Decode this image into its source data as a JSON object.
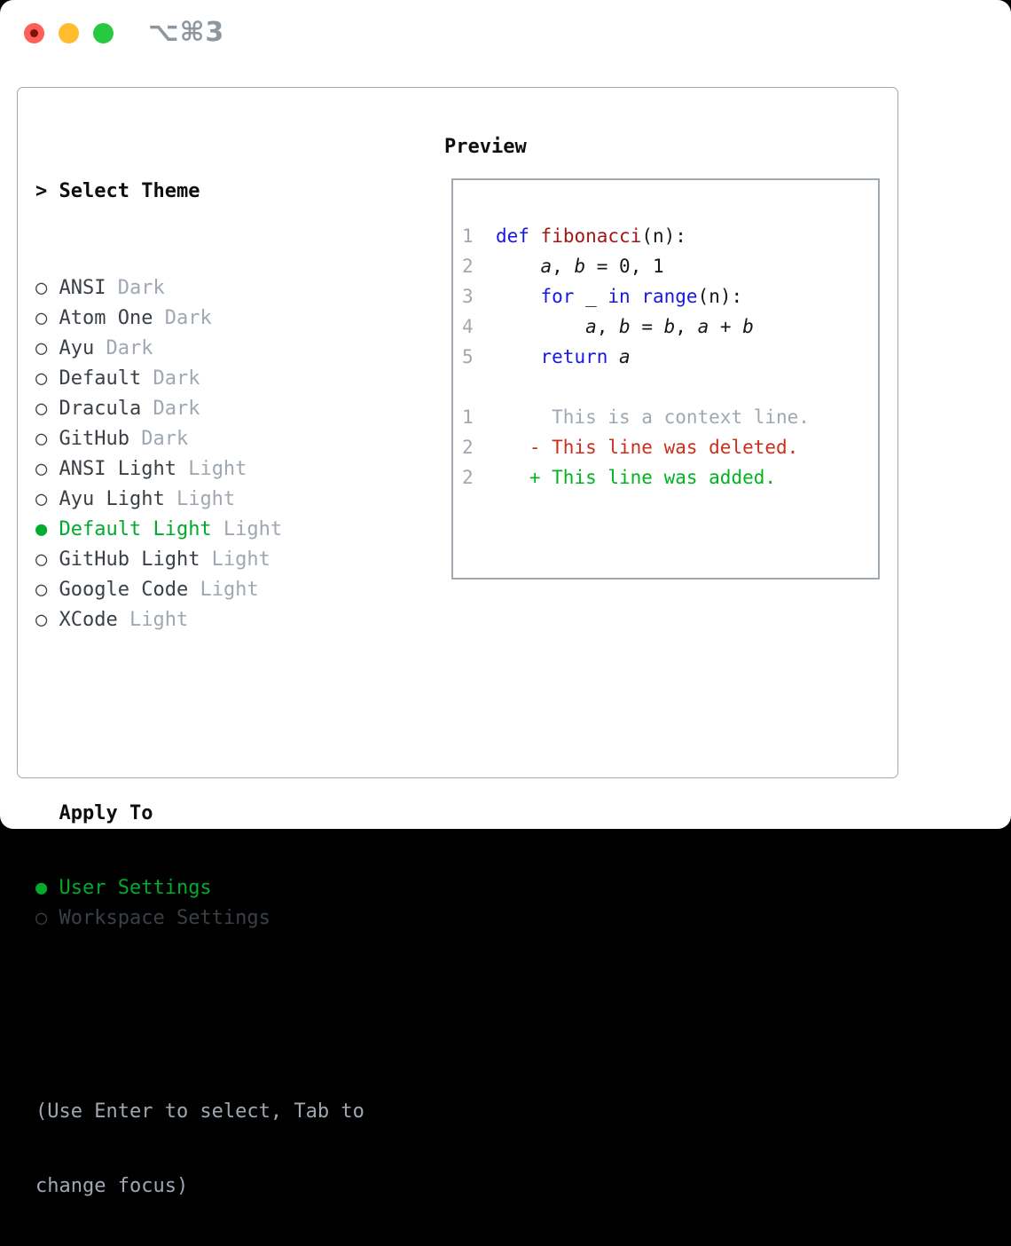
{
  "window": {
    "title": "⌥⌘3"
  },
  "titlebar": {
    "buttons": [
      {
        "name": "close",
        "color": "#ff5f57"
      },
      {
        "name": "minimize",
        "color": "#febc2e"
      },
      {
        "name": "maximize",
        "color": "#28c840"
      }
    ]
  },
  "theme_picker": {
    "header": {
      "prefix": ">",
      "label": "Select Theme"
    },
    "radio_unselected": "○",
    "radio_selected": "●",
    "items": [
      {
        "name": "ANSI",
        "variant": "Dark",
        "selected": false
      },
      {
        "name": "Atom One",
        "variant": "Dark",
        "selected": false
      },
      {
        "name": "Ayu",
        "variant": "Dark",
        "selected": false
      },
      {
        "name": "Default",
        "variant": "Dark",
        "selected": false
      },
      {
        "name": "Dracula",
        "variant": "Dark",
        "selected": false
      },
      {
        "name": "GitHub",
        "variant": "Dark",
        "selected": false
      },
      {
        "name": "ANSI Light",
        "variant": "Light",
        "selected": false
      },
      {
        "name": "Ayu Light",
        "variant": "Light",
        "selected": false
      },
      {
        "name": "Default Light",
        "variant": "Light",
        "selected": true
      },
      {
        "name": "GitHub Light",
        "variant": "Light",
        "selected": false
      },
      {
        "name": "Google Code",
        "variant": "Light",
        "selected": false
      },
      {
        "name": "XCode",
        "variant": "Light",
        "selected": false
      }
    ]
  },
  "apply_to": {
    "label": "Apply To",
    "options": [
      {
        "label": "User Settings",
        "selected": true
      },
      {
        "label": "Workspace Settings",
        "selected": false
      }
    ]
  },
  "hint_lines": [
    "(Use Enter to select, Tab to",
    "change focus)"
  ],
  "preview": {
    "label": "Preview",
    "code_lines": [
      {
        "num": "1",
        "segments": [
          {
            "t": "  ",
            "c": "p"
          },
          {
            "t": "def",
            "c": "k"
          },
          {
            "t": " ",
            "c": "p"
          },
          {
            "t": "fibonacci",
            "c": "f"
          },
          {
            "t": "(n):",
            "c": "p"
          }
        ]
      },
      {
        "num": "2",
        "segments": [
          {
            "t": "      ",
            "c": "p"
          },
          {
            "t": "a",
            "c": "v"
          },
          {
            "t": ", ",
            "c": "p"
          },
          {
            "t": "b",
            "c": "v"
          },
          {
            "t": " = 0, 1",
            "c": "p"
          }
        ]
      },
      {
        "num": "3",
        "segments": [
          {
            "t": "      ",
            "c": "p"
          },
          {
            "t": "for",
            "c": "k"
          },
          {
            "t": " _ ",
            "c": "p"
          },
          {
            "t": "in",
            "c": "k"
          },
          {
            "t": " ",
            "c": "p"
          },
          {
            "t": "range",
            "c": "k"
          },
          {
            "t": "(n):",
            "c": "p"
          }
        ]
      },
      {
        "num": "4",
        "segments": [
          {
            "t": "          ",
            "c": "p"
          },
          {
            "t": "a",
            "c": "v"
          },
          {
            "t": ", ",
            "c": "p"
          },
          {
            "t": "b",
            "c": "v"
          },
          {
            "t": " = ",
            "c": "p"
          },
          {
            "t": "b",
            "c": "v"
          },
          {
            "t": ", ",
            "c": "p"
          },
          {
            "t": "a",
            "c": "v"
          },
          {
            "t": " + ",
            "c": "p"
          },
          {
            "t": "b",
            "c": "v"
          }
        ]
      },
      {
        "num": "5",
        "segments": [
          {
            "t": "      ",
            "c": "p"
          },
          {
            "t": "return",
            "c": "k"
          },
          {
            "t": " ",
            "c": "p"
          },
          {
            "t": "a",
            "c": "v"
          }
        ]
      }
    ],
    "diff_lines": [
      {
        "num": "1",
        "segments": [
          {
            "t": "       This is a context line.",
            "c": "ctx"
          }
        ]
      },
      {
        "num": "2",
        "segments": [
          {
            "t": "     ",
            "c": "p"
          },
          {
            "t": "- This line was deleted.",
            "c": "del"
          }
        ]
      },
      {
        "num": "2",
        "segments": [
          {
            "t": "     ",
            "c": "p"
          },
          {
            "t": "+ This line was added.",
            "c": "add"
          }
        ]
      }
    ]
  },
  "colors": {
    "black": "#0b0d0f",
    "charcoal": "#3a4046",
    "muted": "#9fa8b2",
    "border": "#a0a8b2",
    "green": "#00ab2e",
    "code-black": "#14161a",
    "keyword-blue": "#1717e6",
    "function-red": "#a31616",
    "deleted-red": "#cc2e1a",
    "added-green": "#00b321",
    "traffic-red": "#ff5f57",
    "traffic-red-dot": "#7a130c",
    "traffic-yellow": "#febc2e",
    "traffic-green": "#28c840",
    "title-gray": "#8e969e"
  }
}
